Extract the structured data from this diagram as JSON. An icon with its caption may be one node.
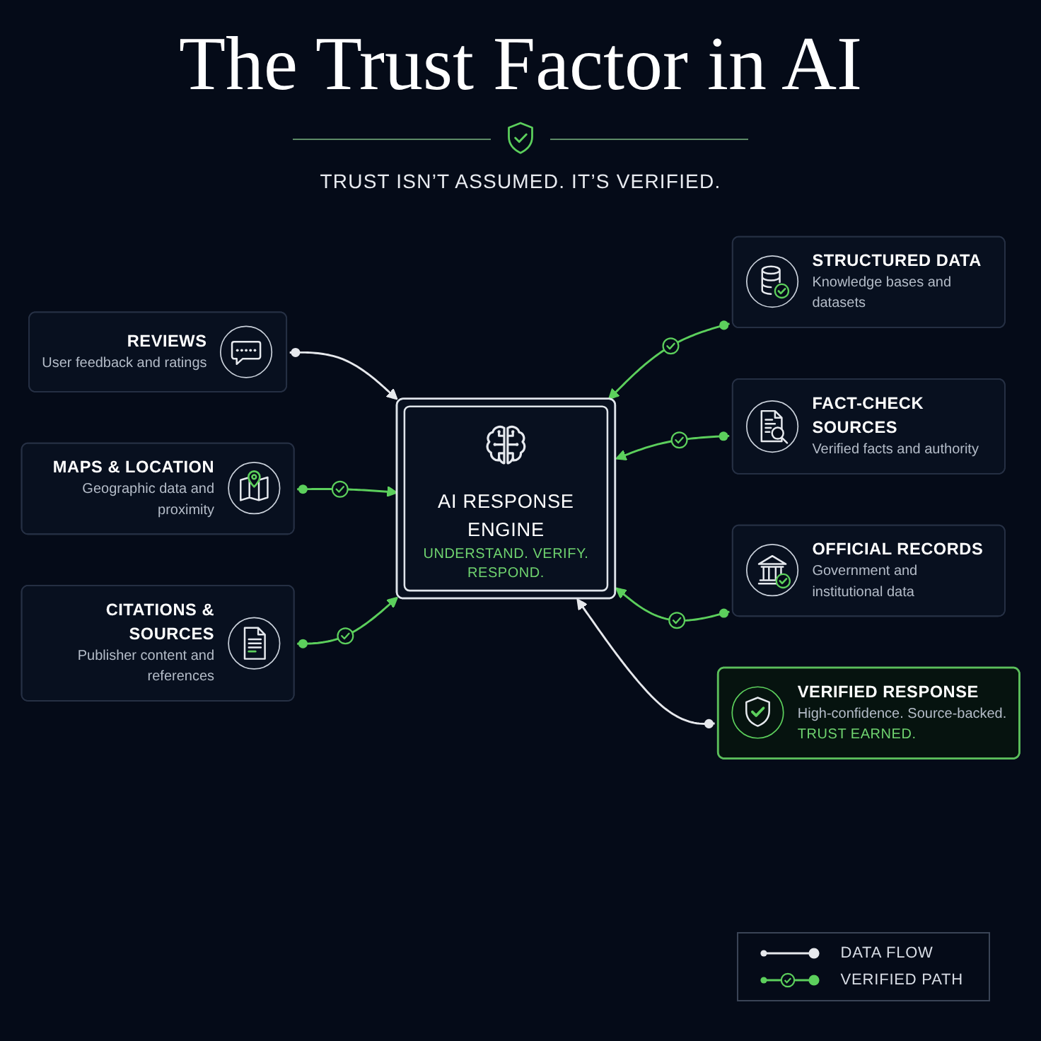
{
  "diagram": {
    "title": "The Trust Factor in AI",
    "nodes": [
      {
        "text": [
          "REVIEWS",
          "User feedback and ratings"
        ]
      },
      {
        "text": [
          "STRUCTURED DATA",
          "Knowledge bases and datasets"
        ]
      },
      {
        "text": [
          "MAPS & LOCATION",
          "Geographic data and proximity"
        ]
      },
      {
        "text": [
          "AI RESPONSE ENGINE",
          "UNDERSTAND. VERIFY. RESPOND."
        ]
      },
      {
        "text": [
          "FACT-CHECK SOURCES",
          "Verified facts and authority"
        ]
      },
      {
        "text": [
          "CITATIONS & SOURCES",
          "Publisher content and references"
        ]
      },
      {
        "text": [
          "OFFICIAL RECORDS",
          "Government and institutional data"
        ]
      },
      {
        "text": [
          "VERIFIED RESPONSE",
          "High-confidence. Source-backed.",
          "TRUST EARNED."
        ]
      }
    ],
    "edges": [
      {
        "from": 0,
        "to": 3,
        "arrow": "to",
        "color": "#e6e8ec"
      },
      {
        "from": 1,
        "to": 3,
        "arrow": "to"
      },
      {
        "from": 2,
        "to": 3,
        "arrow": "to"
      },
      {
        "from": 4,
        "to": 3,
        "arrow": "to"
      },
      {
        "from": 5,
        "to": 3,
        "arrow": "to"
      },
      {
        "from": 6,
        "to": 3,
        "arrow": "to"
      },
      {
        "from": 7,
        "to": 3,
        "arrow": "to",
        "color": "#e6e8ec"
      }
    ],
    "labels": [
      "TRUST ISN’T ASSUMED. IT’S VERIFIED."
    ],
    "legend": [
      {
        "text": "DATA FLOW"
      },
      {
        "text": "VERIFIED PATH"
      }
    ]
  }
}
